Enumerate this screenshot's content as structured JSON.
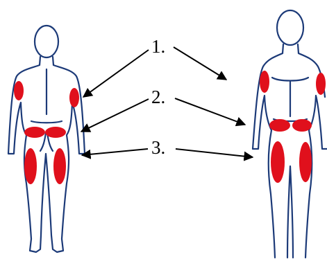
{
  "labels": {
    "one": "1.",
    "two": "2.",
    "three": "3."
  },
  "colors": {
    "outline": "#1c3a78",
    "site": "#e0101c",
    "arrow": "#000000",
    "background": "#ffffff"
  }
}
